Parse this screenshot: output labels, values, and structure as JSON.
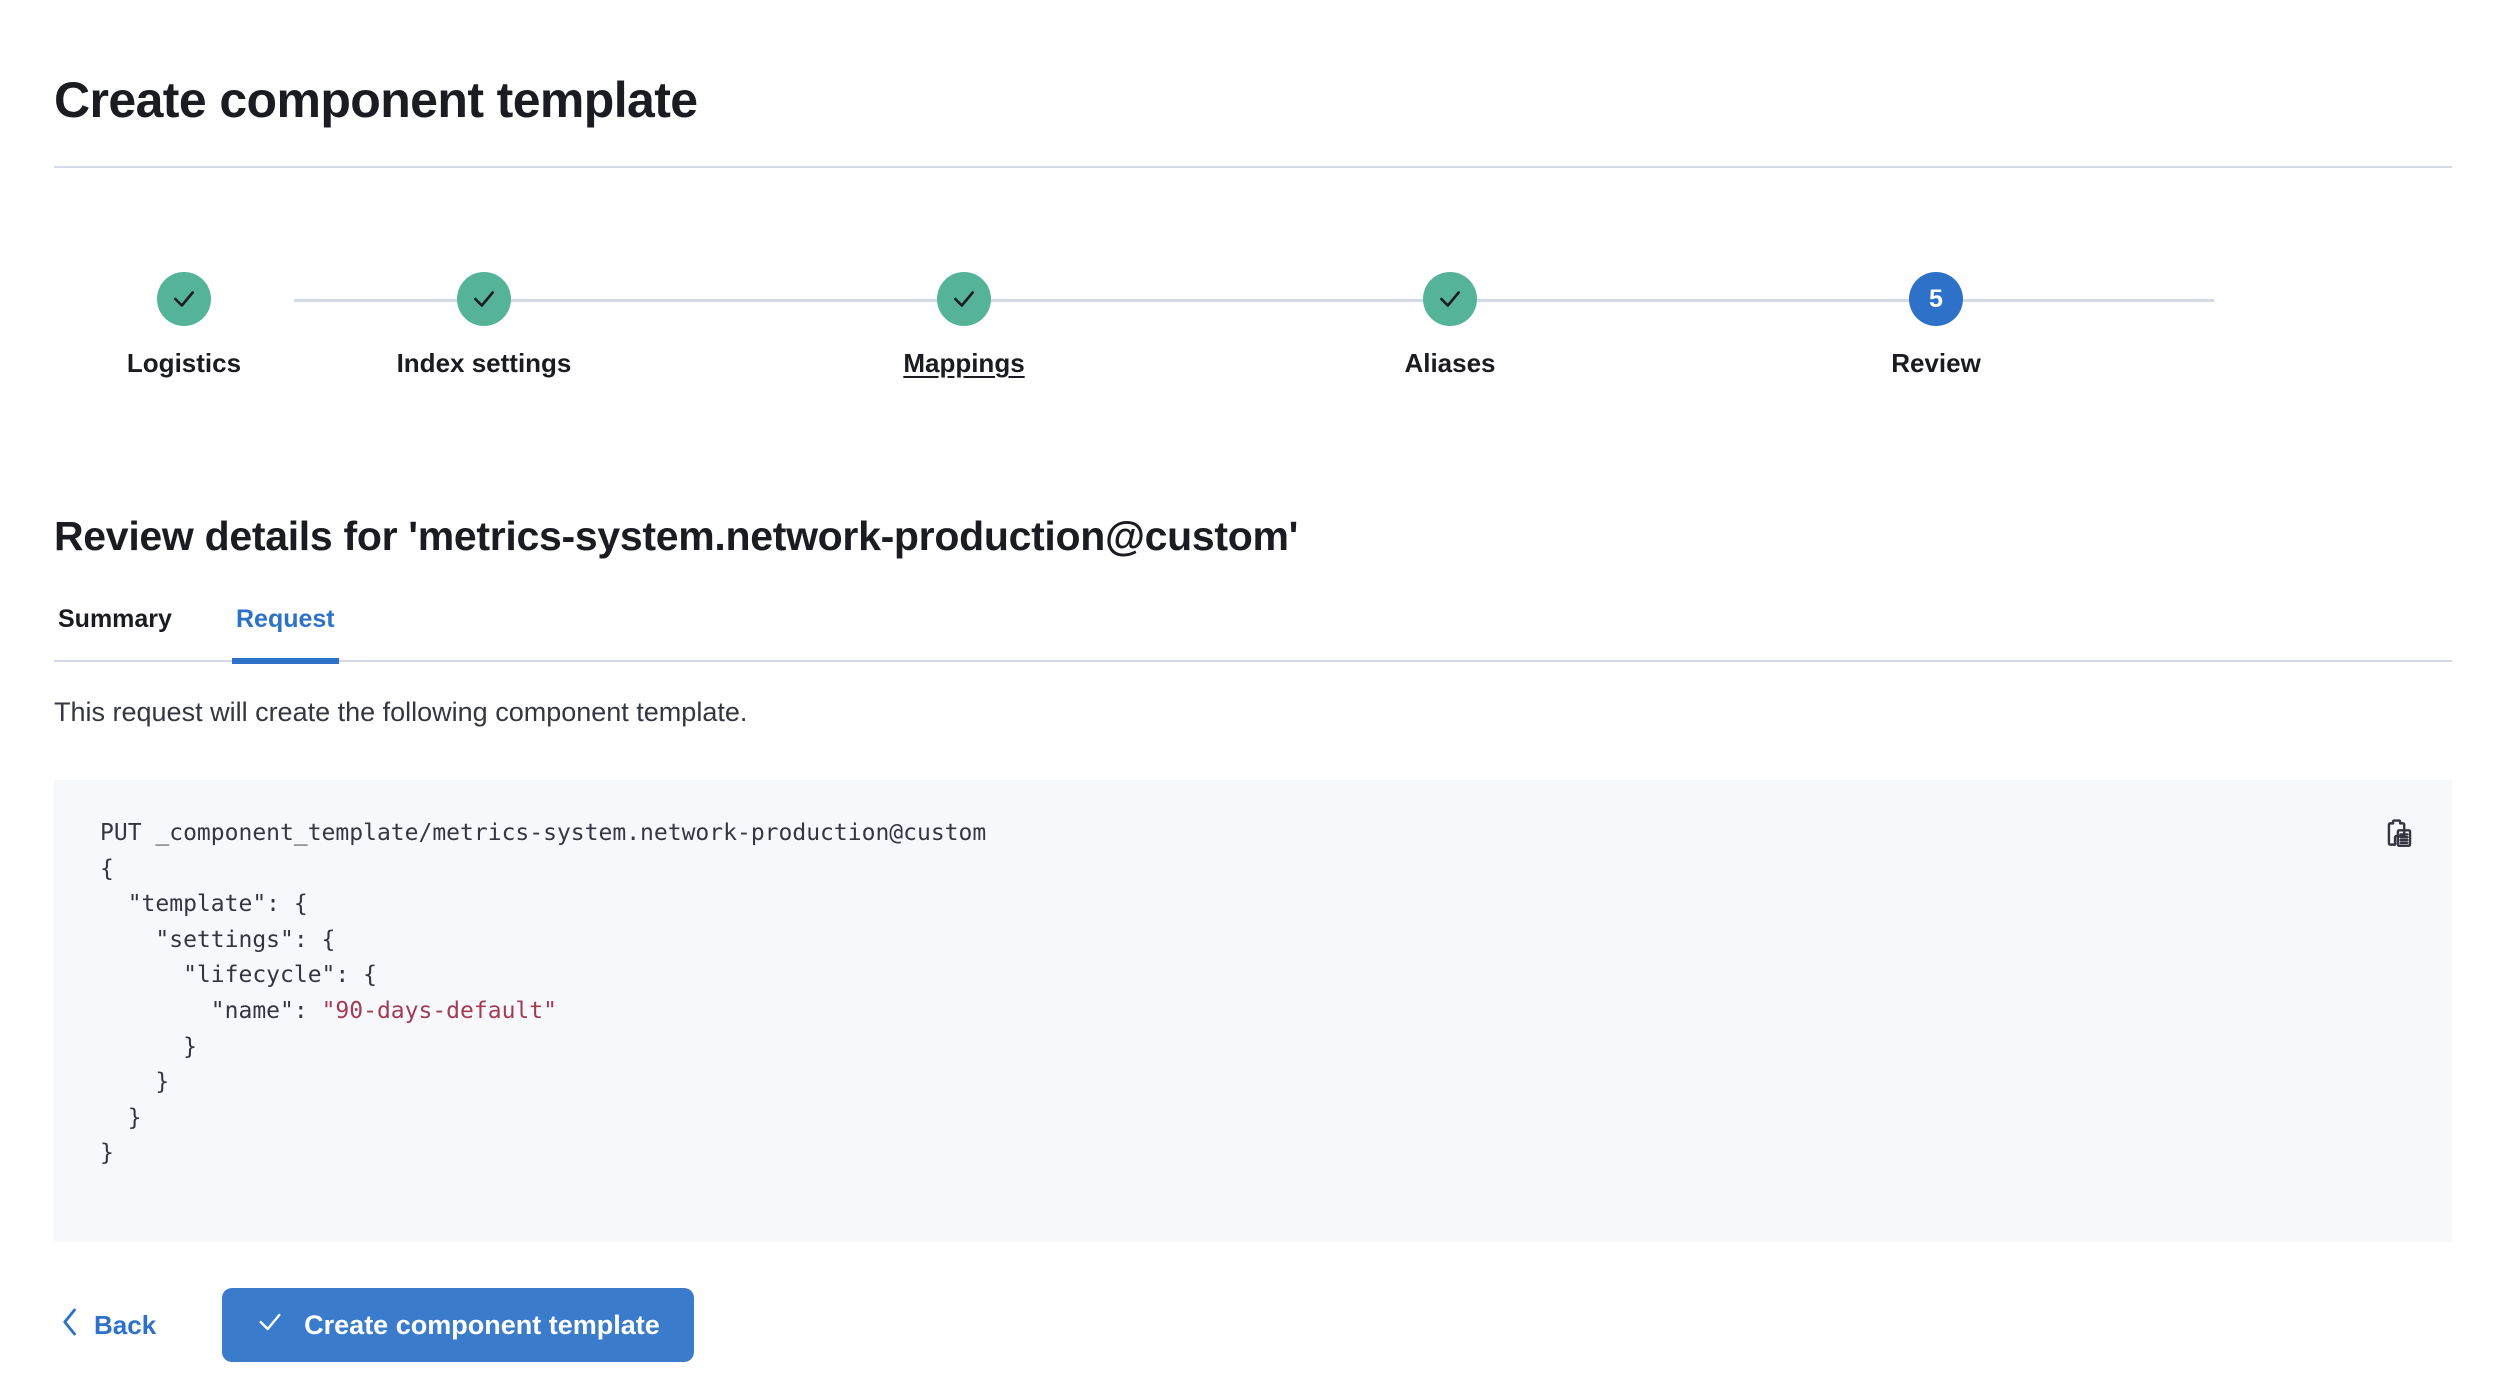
{
  "page": {
    "title": "Create component template"
  },
  "stepper": {
    "steps": [
      {
        "label": "Logistics",
        "state": "complete",
        "icon": "check-icon",
        "hovered": false
      },
      {
        "label": "Index settings",
        "state": "complete",
        "icon": "check-icon",
        "hovered": false
      },
      {
        "label": "Mappings",
        "state": "complete",
        "icon": "check-icon",
        "hovered": true
      },
      {
        "label": "Aliases",
        "state": "complete",
        "icon": "check-icon",
        "hovered": false
      },
      {
        "label": "Review",
        "state": "current",
        "number": "5",
        "hovered": false
      }
    ],
    "colors": {
      "complete": "#54B399",
      "current": "#2E71C8",
      "track": "#D3DAE6"
    }
  },
  "review": {
    "heading": "Review details for 'metrics-system.network-production@custom'",
    "tabs": [
      {
        "label": "Summary",
        "active": false
      },
      {
        "label": "Request",
        "active": true
      }
    ],
    "description": "This request will create the following component template.",
    "accent_color": "#2E71C8"
  },
  "request": {
    "method_line": "PUT _component_template/metrics-system.network-production@custom",
    "body_lines": [
      "{",
      "  \"template\": {",
      "    \"settings\": {",
      "      \"lifecycle\": {",
      "        \"name\": ",
      "      }",
      "    }",
      "  }",
      "}"
    ],
    "string_value": "\"90-days-default\"",
    "copy_icon": "copy-clipboard-icon",
    "background_color": "#F7F8FC",
    "string_color": "#A23C52"
  },
  "footer": {
    "back_label": "Back",
    "back_icon": "chevron-left-icon",
    "submit_label": "Create component template",
    "submit_icon": "check-icon",
    "submit_color": "#3A7CCB"
  }
}
